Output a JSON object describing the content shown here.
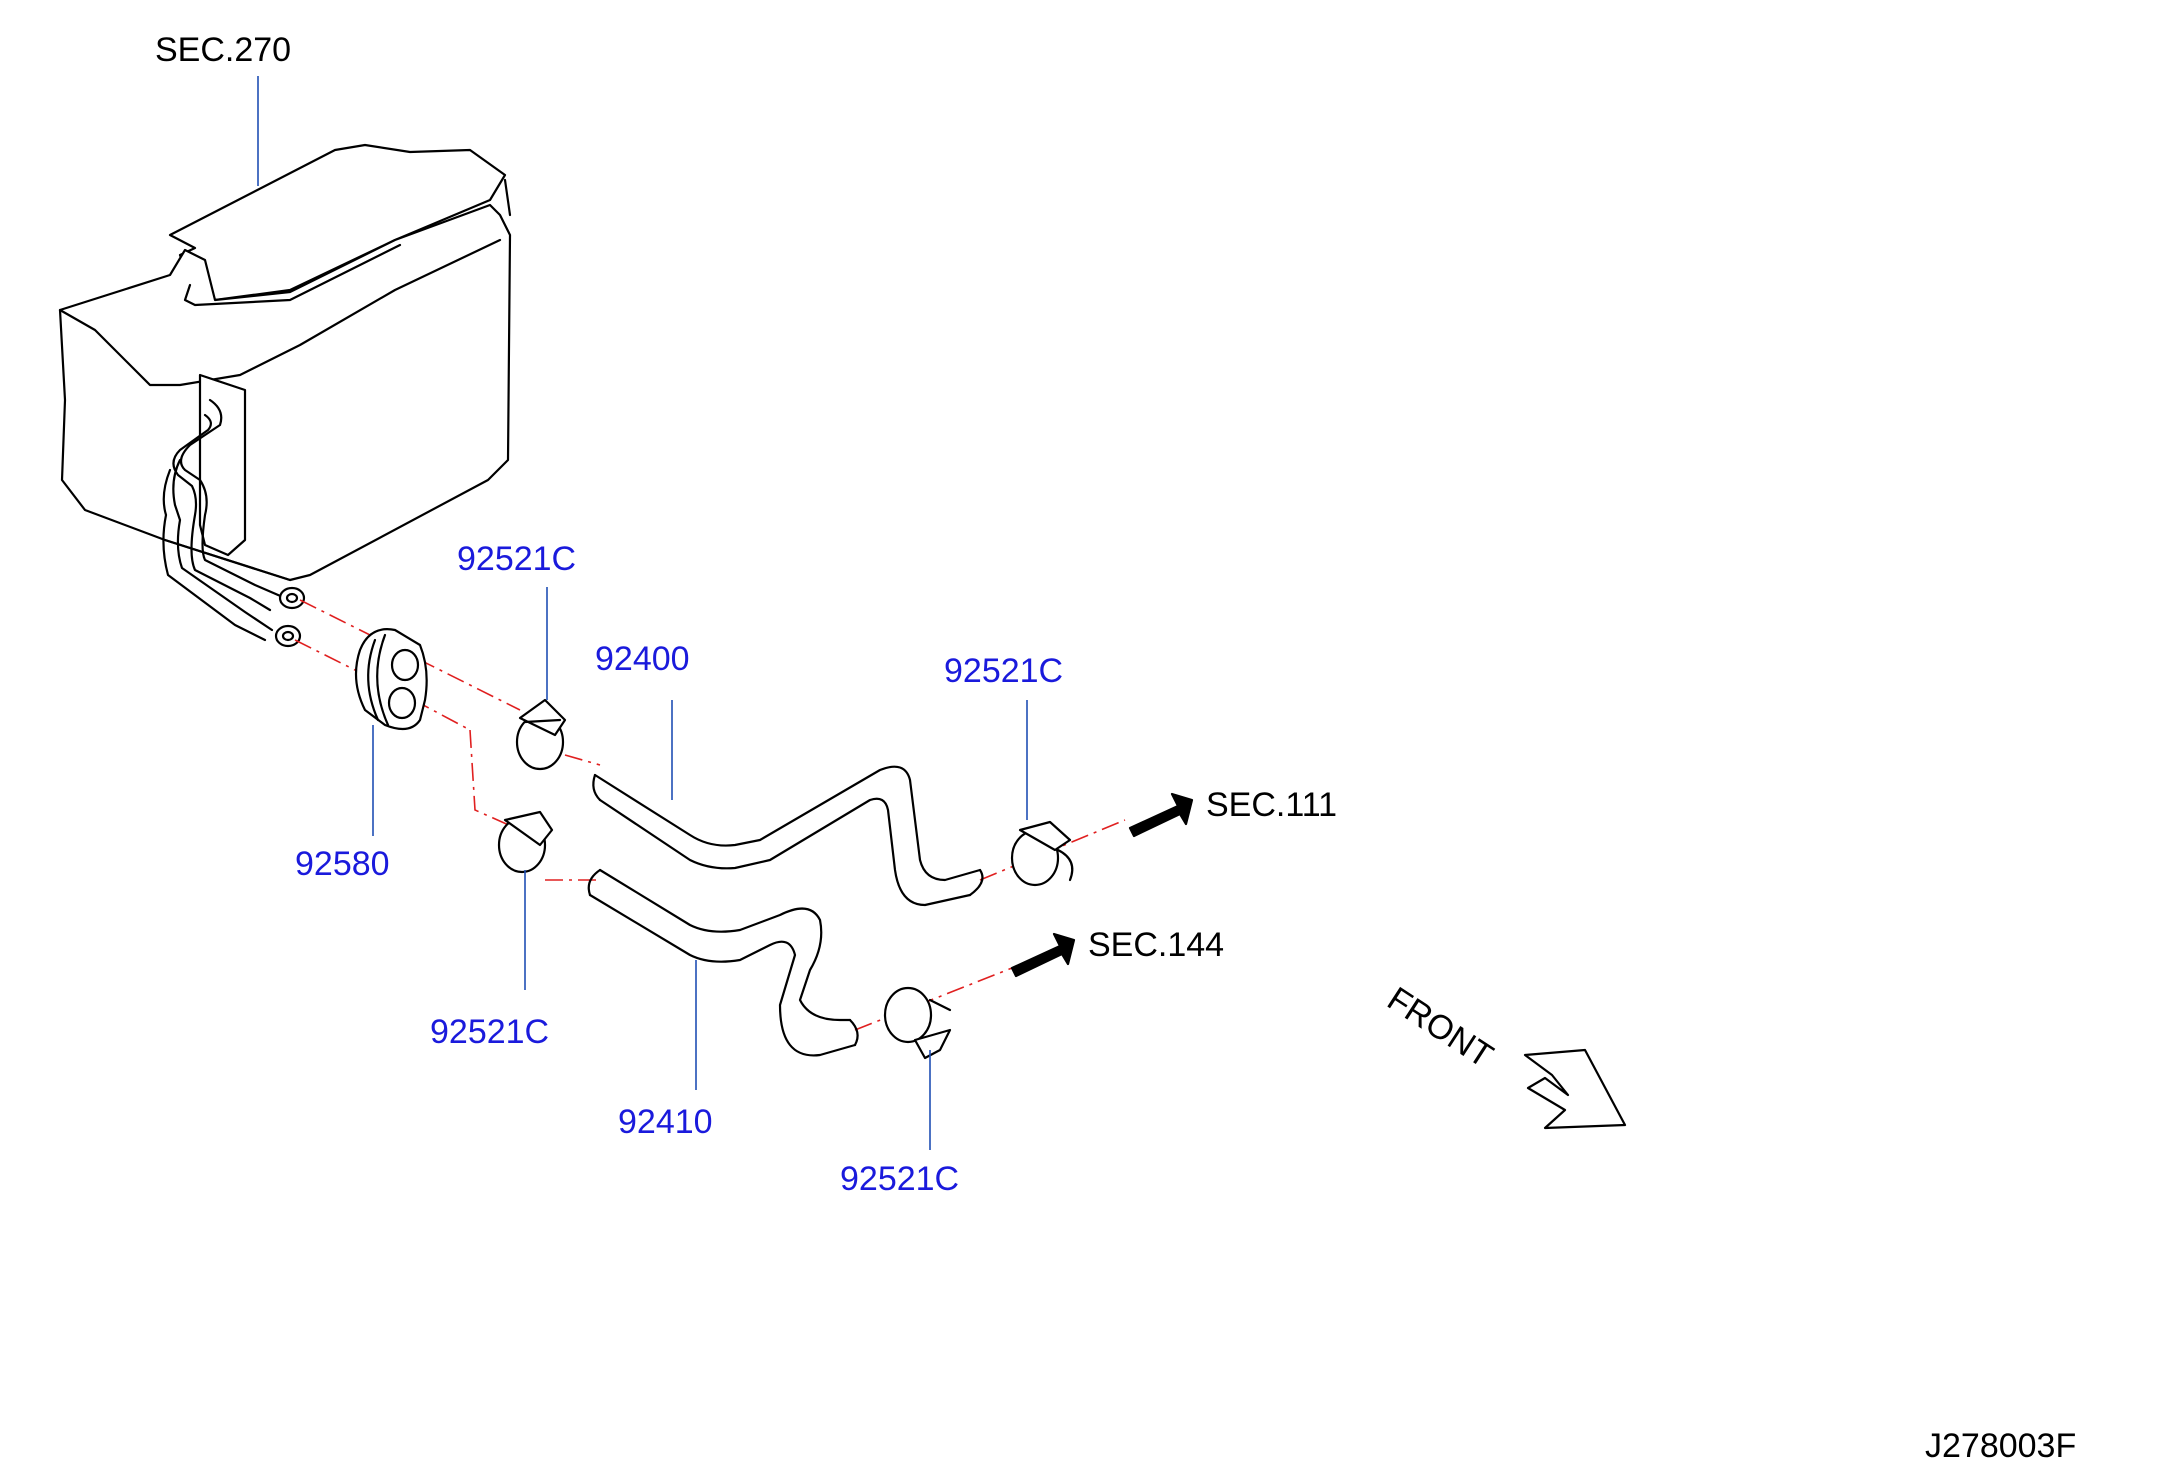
{
  "labels": {
    "sec_270": "SEC.270",
    "sec_111": "SEC.111",
    "sec_144": "SEC.144",
    "clamp_top_left": "92521C",
    "clamp_top_right": "92521C",
    "clamp_lower_left": "92521C",
    "clamp_lower_right": "92521C",
    "hose_upper": "92400",
    "hose_lower": "92410",
    "grommet": "92580",
    "front": "FRONT",
    "diagram_code": "J278003F"
  },
  "colors": {
    "part_label": "#1a1adc",
    "leader_line": "#1f4fb4",
    "centerline": "#e02020",
    "ink": "#000000"
  },
  "icons": {
    "flow_arrow": "arrow-right-icon",
    "front_arrow": "front-direction-icon"
  }
}
